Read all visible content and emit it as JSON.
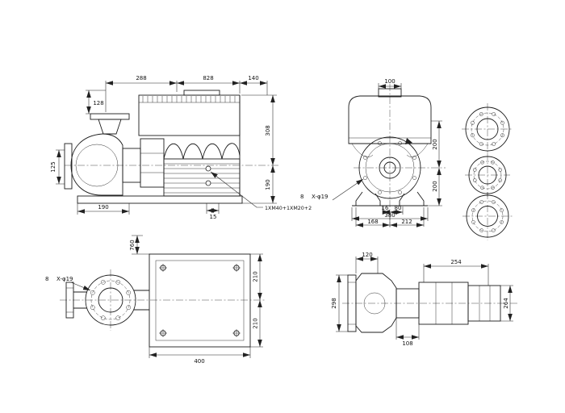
{
  "drawing_type": "pump-dimensional-drawing",
  "side_view": {
    "dim_top_left": "288",
    "dim_top_mid": "828",
    "dim_top_right": "140",
    "dim_flange": "128",
    "dim_suction_flange": "125",
    "dim_foot_width": "190",
    "dim_base_detail": "15",
    "dim_height_top": "308",
    "dim_height_bottom": "190",
    "cable_entry_note": "1XM40+1XM20+2"
  },
  "end_view": {
    "dim_terminal_box_width": "100",
    "dim_height_upper": "200",
    "dim_height_lower": "200",
    "dim_foot_hole_offset": "16",
    "dim_foot_hole_spacing": "80",
    "dim_foot_span": "380",
    "dim_foot_left": "168",
    "dim_foot_right": "212",
    "bolt_holes_count": "8",
    "bolt_holes_spec": "X-φ19"
  },
  "plan_view": {
    "dim_frame_length": "400",
    "dim_frame_half_upper": "210",
    "dim_frame_half_lower": "210",
    "dim_left_vertical": "760",
    "bolt_holes_count": "8",
    "bolt_holes_spec": "X-φ19"
  },
  "shaft_view": {
    "dim_top_left": "120",
    "dim_top_right": "254",
    "dim_left_height": "298",
    "dim_bottom": "108",
    "dim_right_height": "264"
  }
}
